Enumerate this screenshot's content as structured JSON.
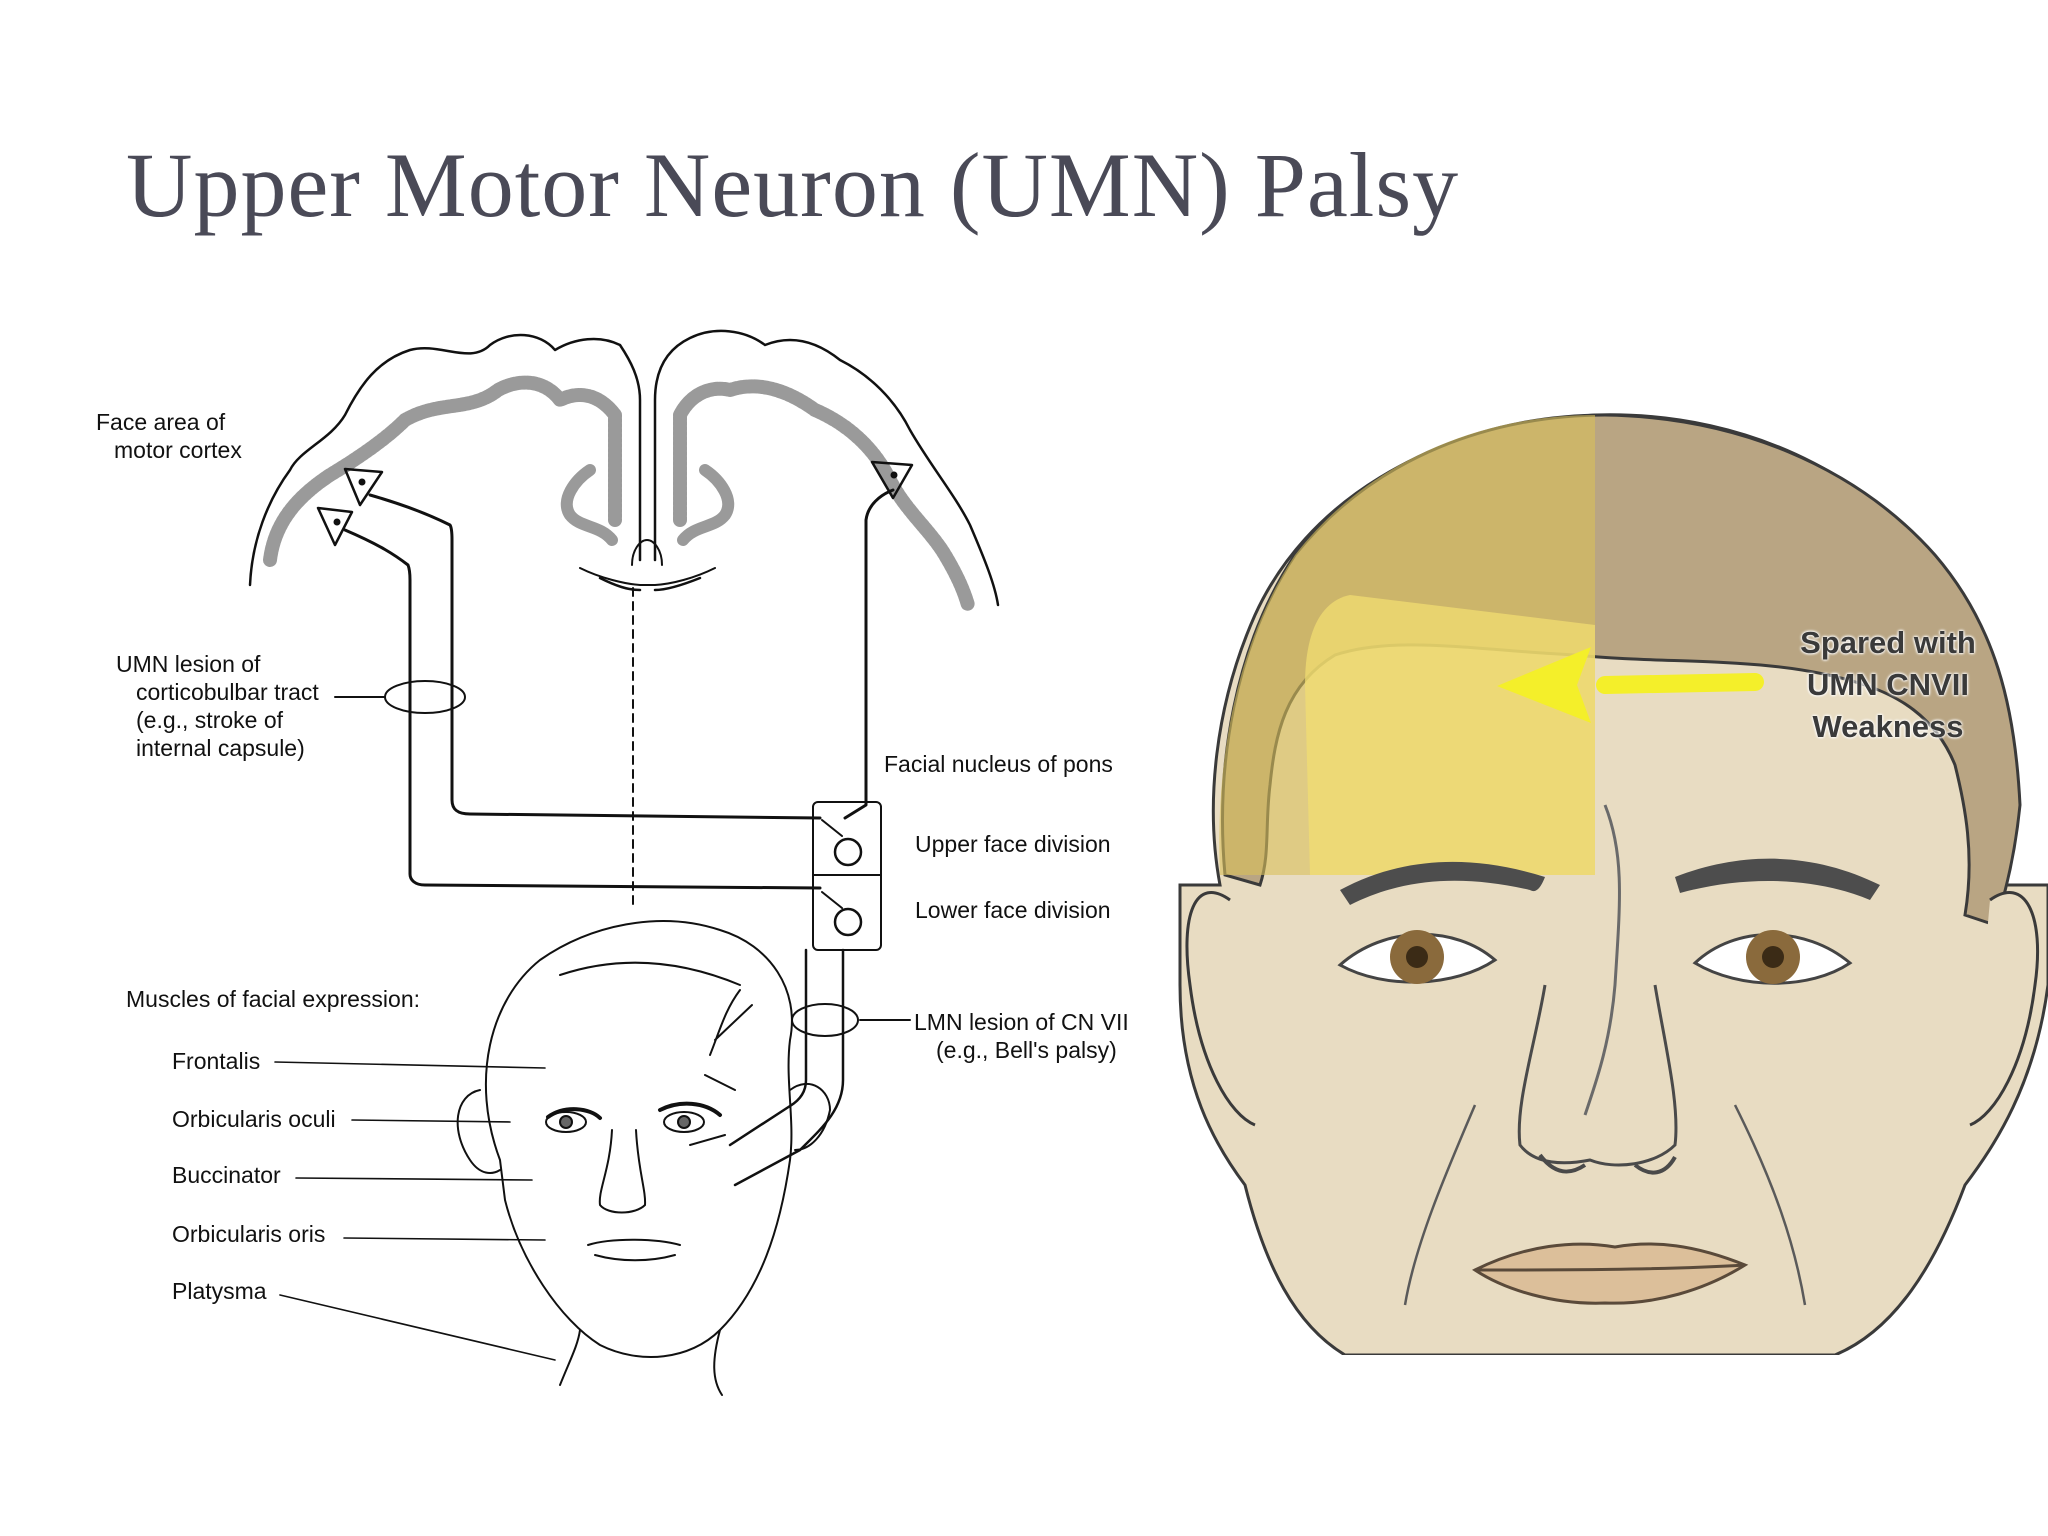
{
  "slide": {
    "title": "Upper Motor Neuron (UMN) Palsy"
  },
  "pathway_diagram": {
    "labels": {
      "face_area_line1": "Face area of",
      "face_area_line2": "motor cortex",
      "umn_lesion_line1": "UMN lesion of",
      "umn_lesion_line2": "corticobulbar tract",
      "umn_lesion_line3": "(e.g., stroke of",
      "umn_lesion_line4": "internal capsule)",
      "facial_nucleus": "Facial nucleus of pons",
      "upper_face_division": "Upper face division",
      "lower_face_division": "Lower face division",
      "lmn_lesion_line1": "LMN lesion of CN VII",
      "lmn_lesion_line2": "(e.g., Bell's palsy)",
      "muscles_heading": "Muscles of facial expression:"
    },
    "muscles": [
      "Frontalis",
      "Orbicularis oculi",
      "Buccinator",
      "Orbicularis oris",
      "Platysma"
    ]
  },
  "face_illustration": {
    "caption_line1": "Spared with",
    "caption_line2": "UMN CNVII",
    "caption_line3": "Weakness",
    "colors": {
      "skin": "#e8dcc2",
      "hair": "#b9a583",
      "highlight": "#f2de72",
      "arrow": "#f4ef2a"
    }
  }
}
